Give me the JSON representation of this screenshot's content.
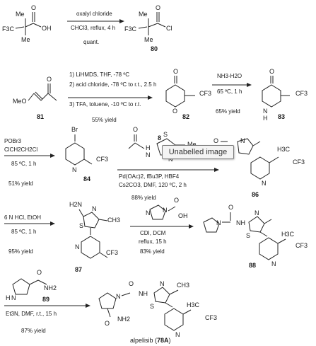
{
  "tooltip": "Unabelled image",
  "step1": {
    "reagent": "oxalyl chloride",
    "conditions": "CHCl3, reflux, 4 h",
    "yield": "quant.",
    "product": "80"
  },
  "step2": {
    "sm": "81",
    "line1": "1) LiHMDS, THF, -78 ºC",
    "line2": "2) acid chloride, -78 ºC to r.t., 2.5 h",
    "line3": "3) TFA, toluene, -10 ºC to r.t.",
    "yield": "55% yield",
    "product": "82"
  },
  "step3": {
    "reagent": "NH3-H2O",
    "conditions": "65 ºC, 1 h",
    "yield": "65% yield",
    "product": "83"
  },
  "step4": {
    "reagent": "POBr3",
    "solvent": "ClCH2CH2Cl",
    "conditions": "85 ºC, 1 h",
    "yield": "51% yield",
    "product": "84"
  },
  "step5": {
    "line1": "Pd(OAc)2, fBu3P, HBF4",
    "line2": "Cs2CO3, DMF, 120 ºC, 2 h",
    "yield": "88% yield",
    "product": "86",
    "reagent_label": "8"
  },
  "step6": {
    "reagent": "6 N HCl, EtOH",
    "conditions": "85 ºC, 1 h",
    "yield": "95% yield",
    "product": "87"
  },
  "step7": {
    "line1": "CDI, DCM",
    "line2": "reflux, 15 h",
    "yield": "83% yield",
    "product": "88"
  },
  "step8": {
    "reagent_label": "89",
    "conditions": "Et3N, DMF, r.t., 15 h",
    "yield": "87% yield",
    "product_name": "alpelisib",
    "product_label": "78A"
  },
  "atoms": {
    "O": "O",
    "OH": "OH",
    "Cl": "Cl",
    "F3C": "F3C",
    "CF3": "CF3",
    "Me": "Me",
    "MeO": "MeO",
    "N": "N",
    "H": "H",
    "Br": "Br",
    "S": "S",
    "H2N": "H2N",
    "NH": "NH",
    "NH2": "NH2",
    "CH3": "CH3",
    "H3C": "H3C",
    "N_H": "N—H"
  }
}
